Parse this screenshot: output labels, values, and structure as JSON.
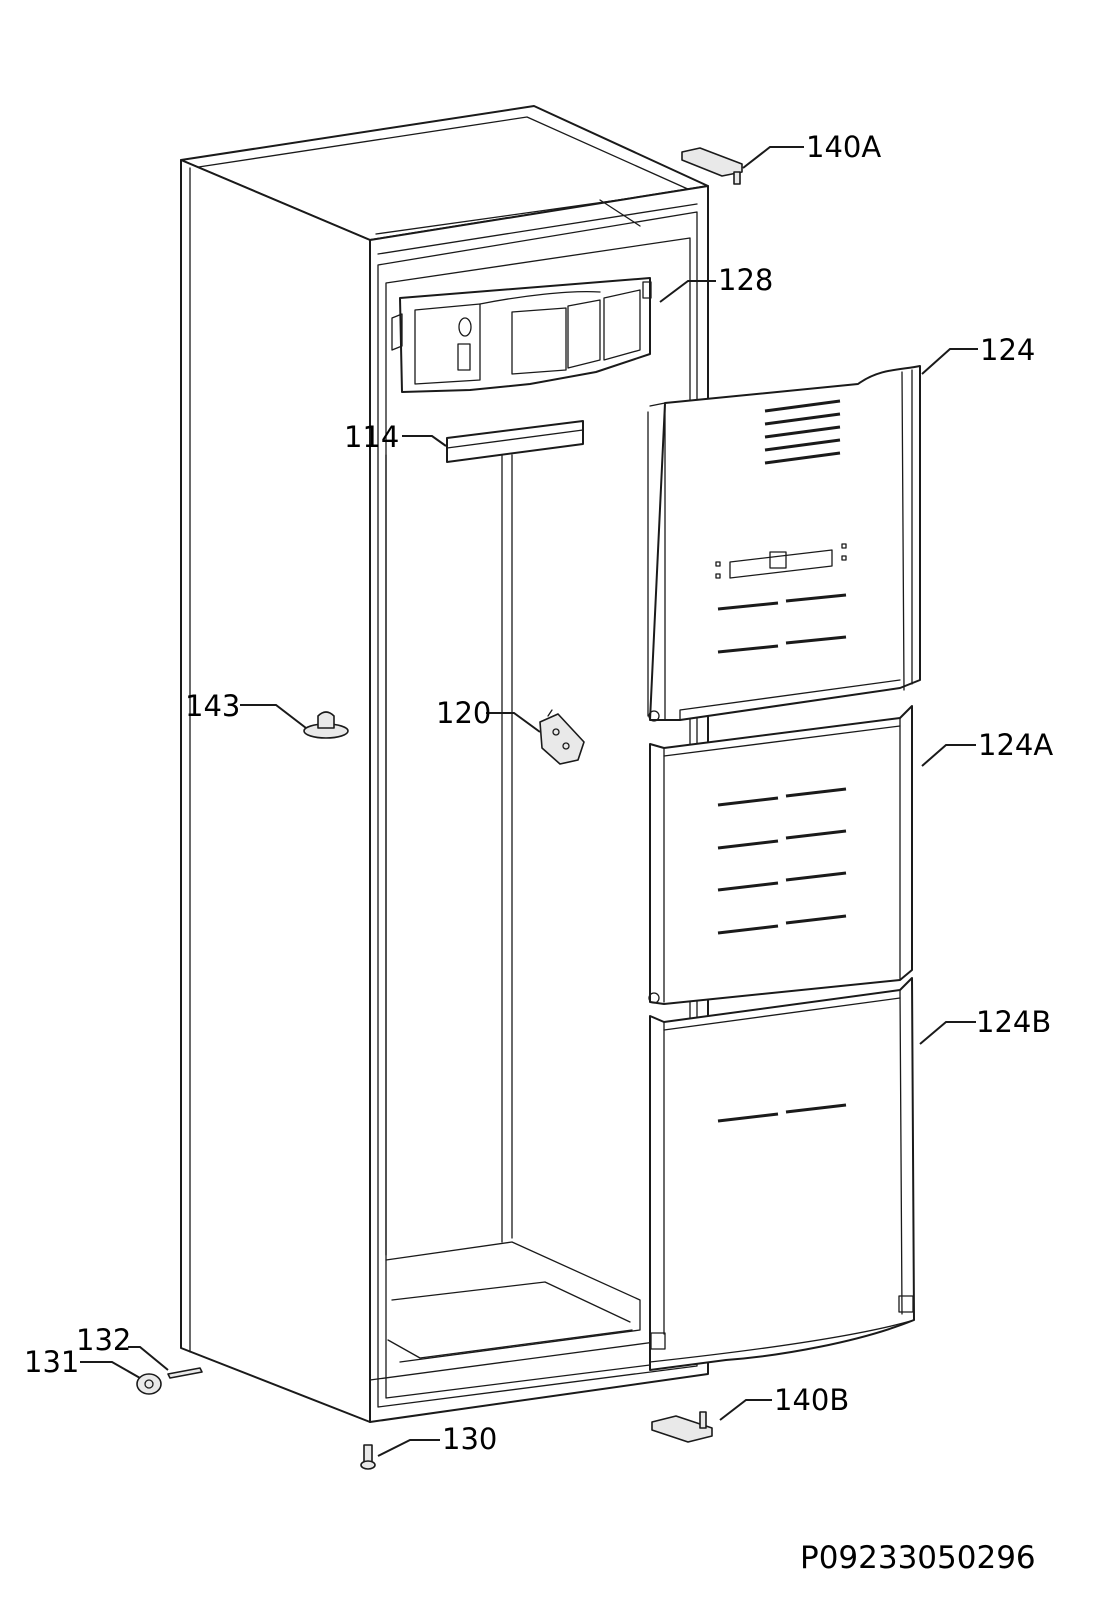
{
  "drawing_code": "P09233050296",
  "callouts": [
    {
      "id": "140A",
      "label": "140A"
    },
    {
      "id": "128",
      "label": "128"
    },
    {
      "id": "124",
      "label": "124"
    },
    {
      "id": "114",
      "label": "114"
    },
    {
      "id": "143",
      "label": "143"
    },
    {
      "id": "120",
      "label": "120"
    },
    {
      "id": "124A",
      "label": "124A"
    },
    {
      "id": "124B",
      "label": "124B"
    },
    {
      "id": "132",
      "label": "132"
    },
    {
      "id": "131",
      "label": "131"
    },
    {
      "id": "140B",
      "label": "140B"
    },
    {
      "id": "130",
      "label": "130"
    }
  ]
}
